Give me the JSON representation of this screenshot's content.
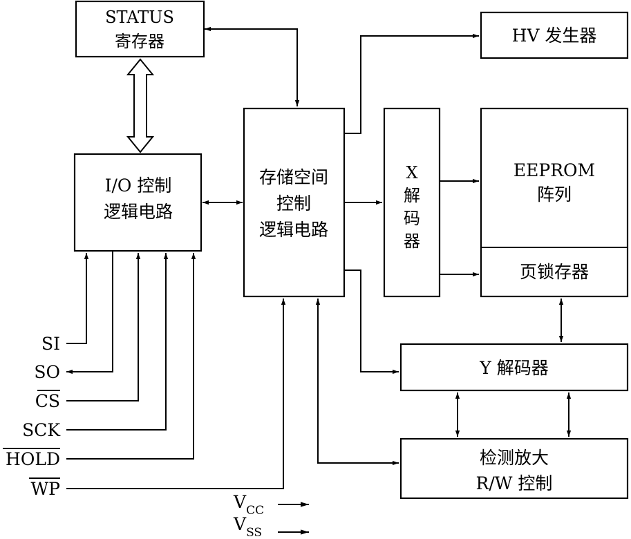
{
  "blocks": {
    "status_line1": "STATUS",
    "status_line2": "寄存器",
    "io_line1": "I/O 控制",
    "io_line2": "逻辑电路",
    "storage_line1": "存储空间",
    "storage_line2": "控制",
    "storage_line3": "逻辑电路",
    "xdec_line1": "X",
    "xdec_line2": "解",
    "xdec_line3": "码",
    "xdec_line4": "器",
    "hv": "HV 发生器",
    "eeprom_line1": "EEPROM",
    "eeprom_line2": "阵列",
    "page_latch": "页锁存器",
    "ydec": "Y 解码器",
    "sense_line1": "检测放大",
    "sense_line2": "R/W 控制"
  },
  "pins": {
    "si": "SI",
    "so": "SO",
    "cs": "CS",
    "sck": "SCK",
    "hold": "HOLD",
    "wp": "WP"
  },
  "power": {
    "vcc_main": "V",
    "vcc_sub": "CC",
    "vss_main": "V",
    "vss_sub": "SS"
  }
}
